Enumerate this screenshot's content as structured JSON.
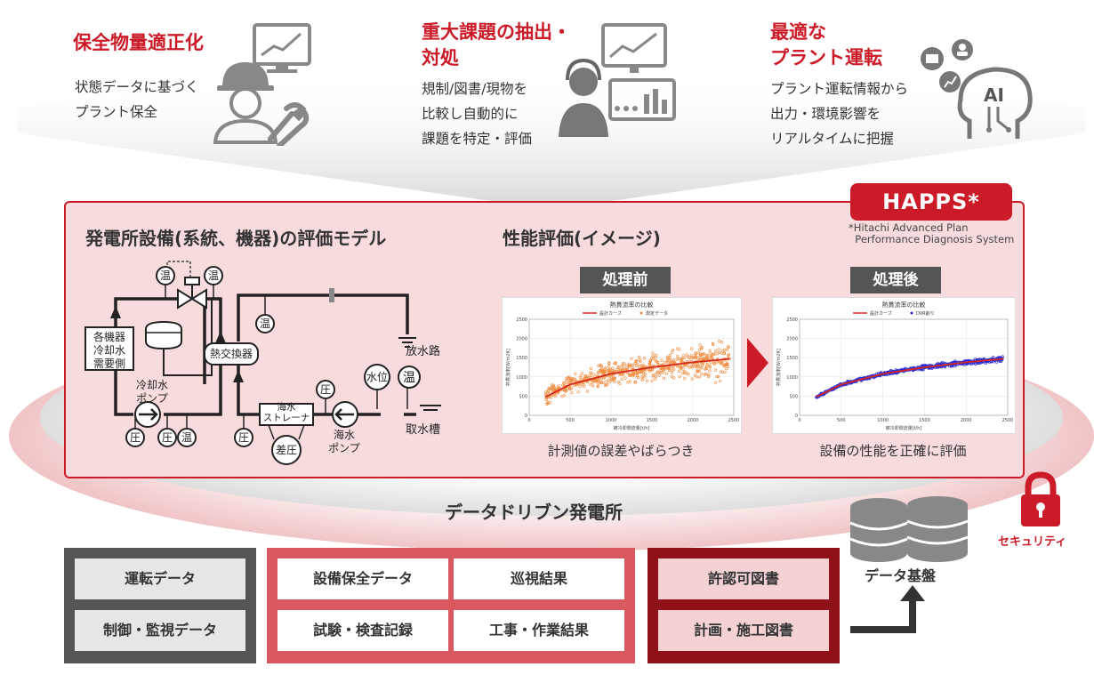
{
  "features": [
    {
      "title": "保全物量適正化",
      "desc": "状態データに基づく\nプラント保全"
    },
    {
      "title": "重大課題の抽出・\n対処",
      "desc": "規制/図書/現物を\n比較し自動的に\n課題を特定・評価"
    },
    {
      "title": "最適な\nプラント運転",
      "desc": "プラント運転情報から\n出力・環境影響を\nリアルタイムに把握"
    }
  ],
  "happs": {
    "badge": "HAPPS*",
    "note": "*Hitachi Advanced Plan\n  Performance Diagnosis System"
  },
  "model": {
    "title": "発電所設備(系統、機器)の評価モデル",
    "labels": {
      "temp": "温",
      "press": "圧",
      "diff_press": "差圧",
      "demand": "各機器\n冷却水\n需要側",
      "cooling_pump": "冷却水\nポンプ",
      "heat_exchanger": "熱交換器",
      "strainer": "海水\nストレーナ",
      "sea_pump": "海水\nポンプ",
      "discharge": "放水路",
      "water_level": "水位",
      "intake": "取水槽"
    }
  },
  "performance": {
    "title": "性能評価(イメージ)",
    "before": {
      "tag": "処理前",
      "caption": "計測値の誤差やばらつき"
    },
    "after": {
      "tag": "処理後",
      "caption": "設備の性能を正確に評価"
    }
  },
  "chart_data": [
    {
      "type": "scatter",
      "title": "熱貫流率の比較",
      "legend": [
        "設計カーブ",
        "測定データ"
      ],
      "legend_position": "top",
      "xlabel": "被冷却側流量[t/h]",
      "ylabel": "熱貫流率[W/m2K]",
      "xlim": [
        0,
        2500
      ],
      "ylim": [
        0,
        2500
      ],
      "xticks": [
        0,
        500,
        1000,
        1500,
        2000,
        2500
      ],
      "yticks": [
        0,
        500,
        1000,
        1500,
        2000,
        2500
      ],
      "grid": true,
      "curve": {
        "x": [
          200,
          500,
          1000,
          1500,
          2000,
          2450
        ],
        "y": [
          480,
          800,
          1080,
          1250,
          1380,
          1470
        ]
      },
      "points_spread": 450,
      "series_color": "#f08a3c",
      "curve_color": "#d42a1e"
    },
    {
      "type": "scatter",
      "title": "熱貫流率の比較",
      "legend": [
        "設計カーブ",
        "DVR削り"
      ],
      "legend_position": "top",
      "xlabel": "被冷却側流量[t/h]",
      "ylabel": "熱貫流率[W/m2K]",
      "xlim": [
        0,
        2500
      ],
      "ylim": [
        0,
        2500
      ],
      "xticks": [
        0,
        500,
        1000,
        1500,
        2000,
        2500
      ],
      "yticks": [
        0,
        500,
        1000,
        1500,
        2000,
        2500
      ],
      "grid": true,
      "curve": {
        "x": [
          200,
          500,
          1000,
          1500,
          2000,
          2450
        ],
        "y": [
          480,
          800,
          1080,
          1250,
          1380,
          1470
        ]
      },
      "points_spread": 70,
      "series_color": "#2a2ad8",
      "curve_color": "#d42a1e"
    }
  ],
  "platform": {
    "title": "データドリブン発電所",
    "base_label": "データ基盤",
    "security": "セキュリティ"
  },
  "data_groups": {
    "operation": [
      "運転データ",
      "制御・監視データ"
    ],
    "maintenance": [
      "設備保全データ",
      "巡視結果",
      "試験・検査記録",
      "工事・作業結果"
    ],
    "documents": [
      "許認可図書",
      "計画・施工図書"
    ]
  },
  "colors": {
    "accent": "#cc1b28",
    "pink_panel": "#f8dcdd",
    "dark_gray": "#555555",
    "doc_red": "#8f1218"
  }
}
